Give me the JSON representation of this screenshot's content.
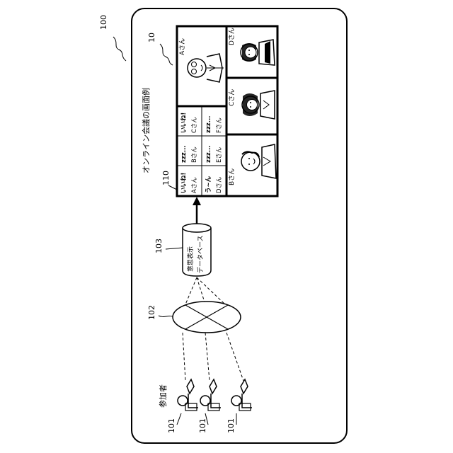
{
  "refs": {
    "system": "100",
    "screen": "10",
    "participant": "101",
    "network": "102",
    "database": "103",
    "reaction_grid": "110"
  },
  "participants_label": "参加者",
  "database_label_line1": "意思表示",
  "database_label_line2": "データベース",
  "screen_caption": "オンライン会議の画面例",
  "people": {
    "a": "Aさん",
    "b": "Bさん",
    "c": "Cさん",
    "d": "Dさん"
  },
  "reactions": [
    {
      "status": "いいね!",
      "name": "Aさん"
    },
    {
      "status": "zzz...",
      "name": "Bさん"
    },
    {
      "status": "いいね!",
      "name": "Cさん"
    },
    {
      "status": "う~ん",
      "name": "Dさん"
    },
    {
      "status": "zzz...",
      "name": "Eさん"
    },
    {
      "status": "zzz...",
      "name": "Fさん"
    }
  ]
}
